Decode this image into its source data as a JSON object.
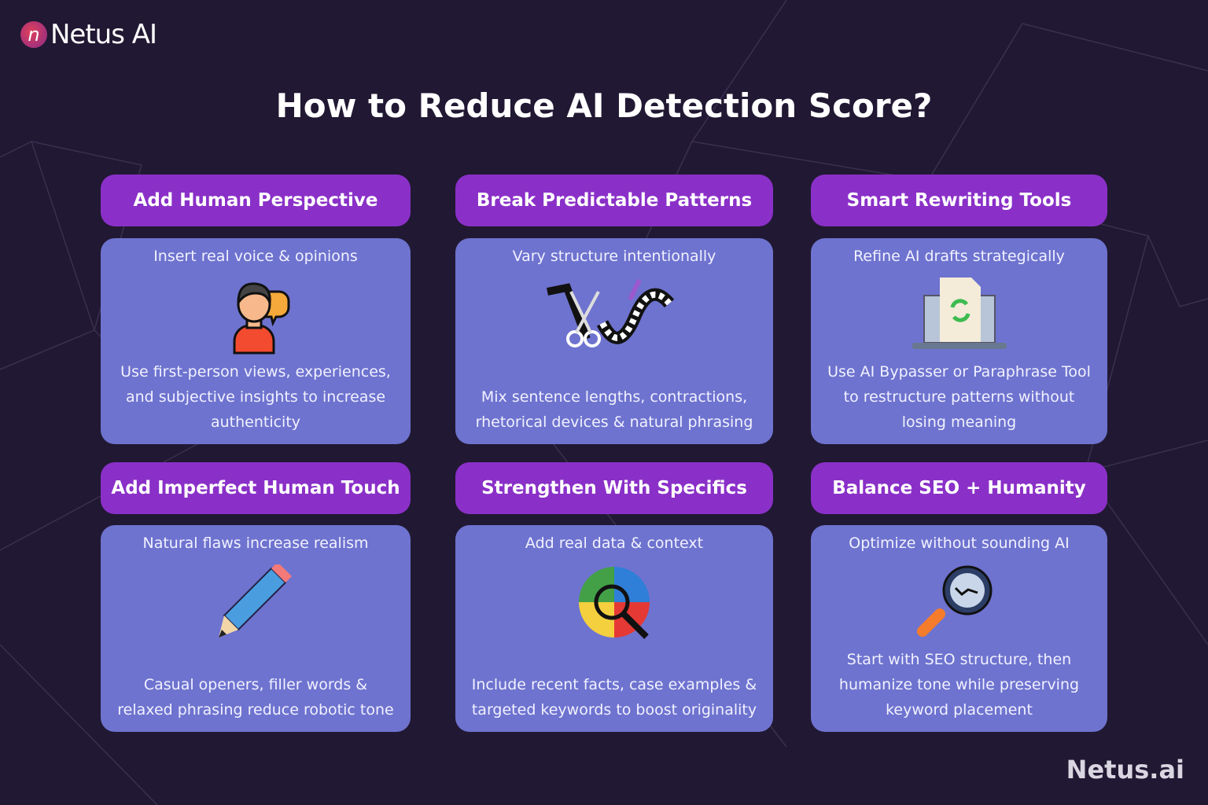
{
  "brand": {
    "logo_text": "Netus AI",
    "footer": "Netus.ai"
  },
  "title": "How to Reduce AI Detection Score?",
  "colors": {
    "background": "#211833",
    "header": "#8a30c8",
    "card": "#6e73cf"
  },
  "tips": [
    {
      "heading": "Add Human Perspective",
      "subtitle": "Insert real voice & opinions",
      "icon": "person-speech-icon",
      "description": "Use first-person views, experiences, and subjective insights to increase authenticity"
    },
    {
      "heading": "Break Predictable Patterns",
      "subtitle": "Vary structure intentionally",
      "icon": "scissors-film-strip-icon",
      "description": "Mix sentence lengths, contractions, rhetorical devices & natural phrasing"
    },
    {
      "heading": "Smart Rewriting Tools",
      "subtitle": "Refine AI drafts strategically",
      "icon": "laptop-document-refresh-icon",
      "description": "Use AI Bypasser or Paraphrase Tool to restructure patterns without losing meaning"
    },
    {
      "heading": "Add Imperfect Human Touch",
      "subtitle": "Natural flaws increase realism",
      "icon": "pencil-icon",
      "description": "Casual openers, filler words & relaxed phrasing reduce robotic tone"
    },
    {
      "heading": "Strengthen With Specifics",
      "subtitle": "Add real data & context",
      "icon": "pie-chart-magnifier-icon",
      "description": "Include recent facts, case examples & targeted keywords to boost originality"
    },
    {
      "heading": "Balance SEO + Humanity",
      "subtitle": "Optimize without sounding AI",
      "icon": "magnifier-trend-icon",
      "description": "Start with SEO structure, then humanize tone while preserving keyword placement"
    }
  ]
}
